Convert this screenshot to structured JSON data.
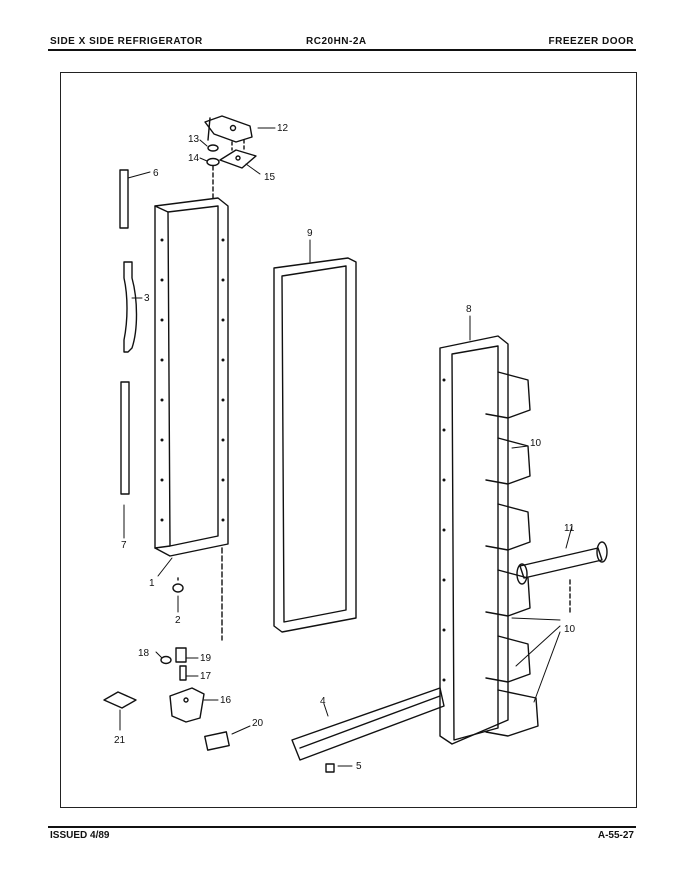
{
  "header": {
    "left": "SIDE X SIDE REFRIGERATOR",
    "model": "RC20HN-2A",
    "section": "FREEZER DOOR"
  },
  "footer": {
    "issued": "ISSUED 4/89",
    "page_code": "A-55-27"
  },
  "callouts": {
    "c1": "1",
    "c2": "2",
    "c3": "3",
    "c4": "4",
    "c5": "5",
    "c6": "6",
    "c7": "7",
    "c8": "8",
    "c9": "9",
    "c10a": "10",
    "c10b": "10",
    "c11": "11",
    "c12": "12",
    "c13": "13",
    "c14": "14",
    "c15": "15",
    "c16": "16",
    "c17": "17",
    "c18": "18",
    "c19": "19",
    "c20": "20",
    "c21": "21"
  }
}
